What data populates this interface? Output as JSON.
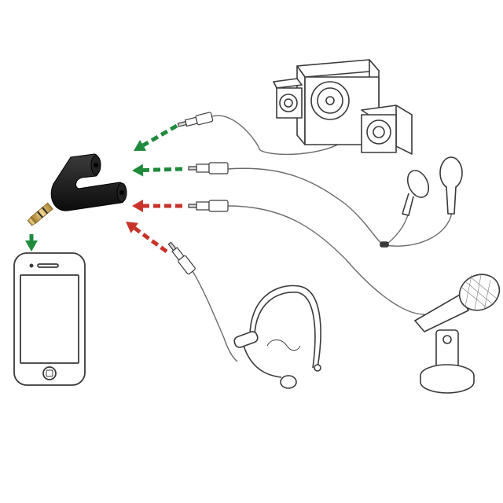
{
  "colors": {
    "line": "#3a3a3a",
    "cable": "#6b6b6b",
    "adapter": "#161616",
    "plug_gold": "#c9a24a",
    "arrow_green": "#1f8a3c",
    "arrow_red": "#c8332b",
    "background": "#ffffff"
  },
  "devices": [
    {
      "id": "speakers",
      "icon": "speaker-set-icon",
      "arrow": "green"
    },
    {
      "id": "earphones",
      "icon": "earphones-icon",
      "arrow": "green"
    },
    {
      "id": "microphone",
      "icon": "desk-microphone-icon",
      "arrow": "red"
    },
    {
      "id": "headset",
      "icon": "headset-microphone-icon",
      "arrow": "red"
    }
  ],
  "adapter": {
    "icon": "y-splitter-adapter-icon"
  },
  "phone": {
    "icon": "smartphone-icon"
  }
}
